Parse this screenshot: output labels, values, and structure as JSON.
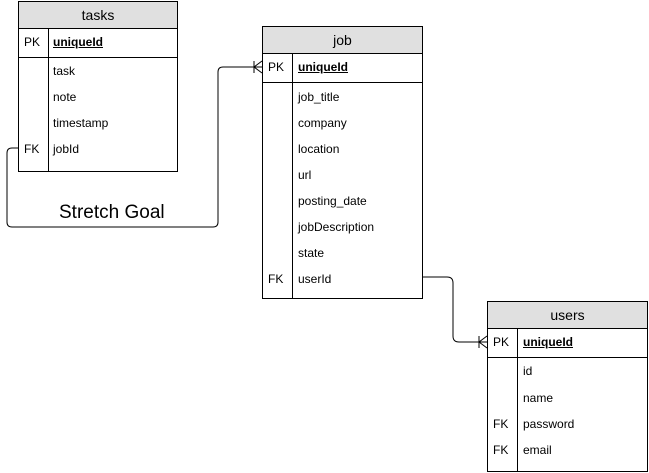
{
  "entities": {
    "tasks": {
      "title": "tasks",
      "pk": {
        "key": "PK",
        "name": "uniqueId"
      },
      "fields": [
        {
          "key": "",
          "name": "task"
        },
        {
          "key": "",
          "name": "note"
        },
        {
          "key": "",
          "name": "timestamp"
        },
        {
          "key": "FK",
          "name": "jobId"
        }
      ]
    },
    "job": {
      "title": "job",
      "pk": {
        "key": "PK",
        "name": "uniqueId"
      },
      "fields": [
        {
          "key": "",
          "name": "job_title"
        },
        {
          "key": "",
          "name": "company"
        },
        {
          "key": "",
          "name": "location"
        },
        {
          "key": "",
          "name": "url"
        },
        {
          "key": "",
          "name": "posting_date"
        },
        {
          "key": "",
          "name": "jobDescription"
        },
        {
          "key": "",
          "name": "state"
        },
        {
          "key": "FK",
          "name": "userId"
        }
      ]
    },
    "users": {
      "title": "users",
      "pk": {
        "key": "PK",
        "name": "uniqueId"
      },
      "fields": [
        {
          "key": "",
          "name": "id"
        },
        {
          "key": "",
          "name": "name"
        },
        {
          "key": "FK",
          "name": "password"
        },
        {
          "key": "FK",
          "name": "email"
        }
      ]
    }
  },
  "annotation": "Stretch Goal",
  "colors": {
    "header_fill": "#e0e0e0",
    "stroke": "#000000",
    "background": "#ffffff"
  }
}
